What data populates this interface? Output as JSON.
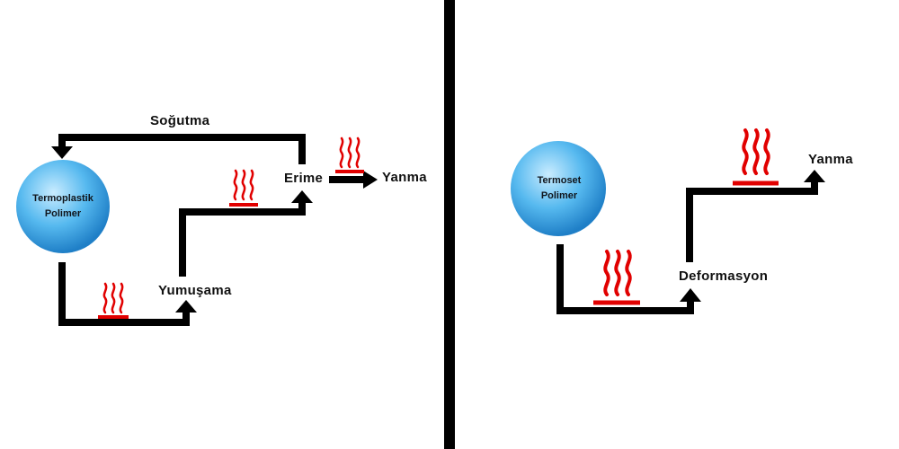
{
  "colors": {
    "line": "#000000",
    "heat": "#e10000",
    "sphere_light": "#c9ecff",
    "sphere_mid": "#56b9ef",
    "sphere_dark": "#1f7fc7",
    "divider": "#000000"
  },
  "left_panel": {
    "node": {
      "line1": "Termoplastik",
      "line2": "Polimer"
    },
    "labels": {
      "cooling": "Soğutma",
      "melt": "Erime",
      "burn": "Yanma",
      "soften": "Yumuşama"
    }
  },
  "right_panel": {
    "node": {
      "line1": "Termoset",
      "line2": "Polimer"
    },
    "labels": {
      "deform": "Deformasyon",
      "burn": "Yanma"
    }
  },
  "icons": {
    "heat": "heat-source-icon",
    "arrow": "arrow-head-icon"
  }
}
